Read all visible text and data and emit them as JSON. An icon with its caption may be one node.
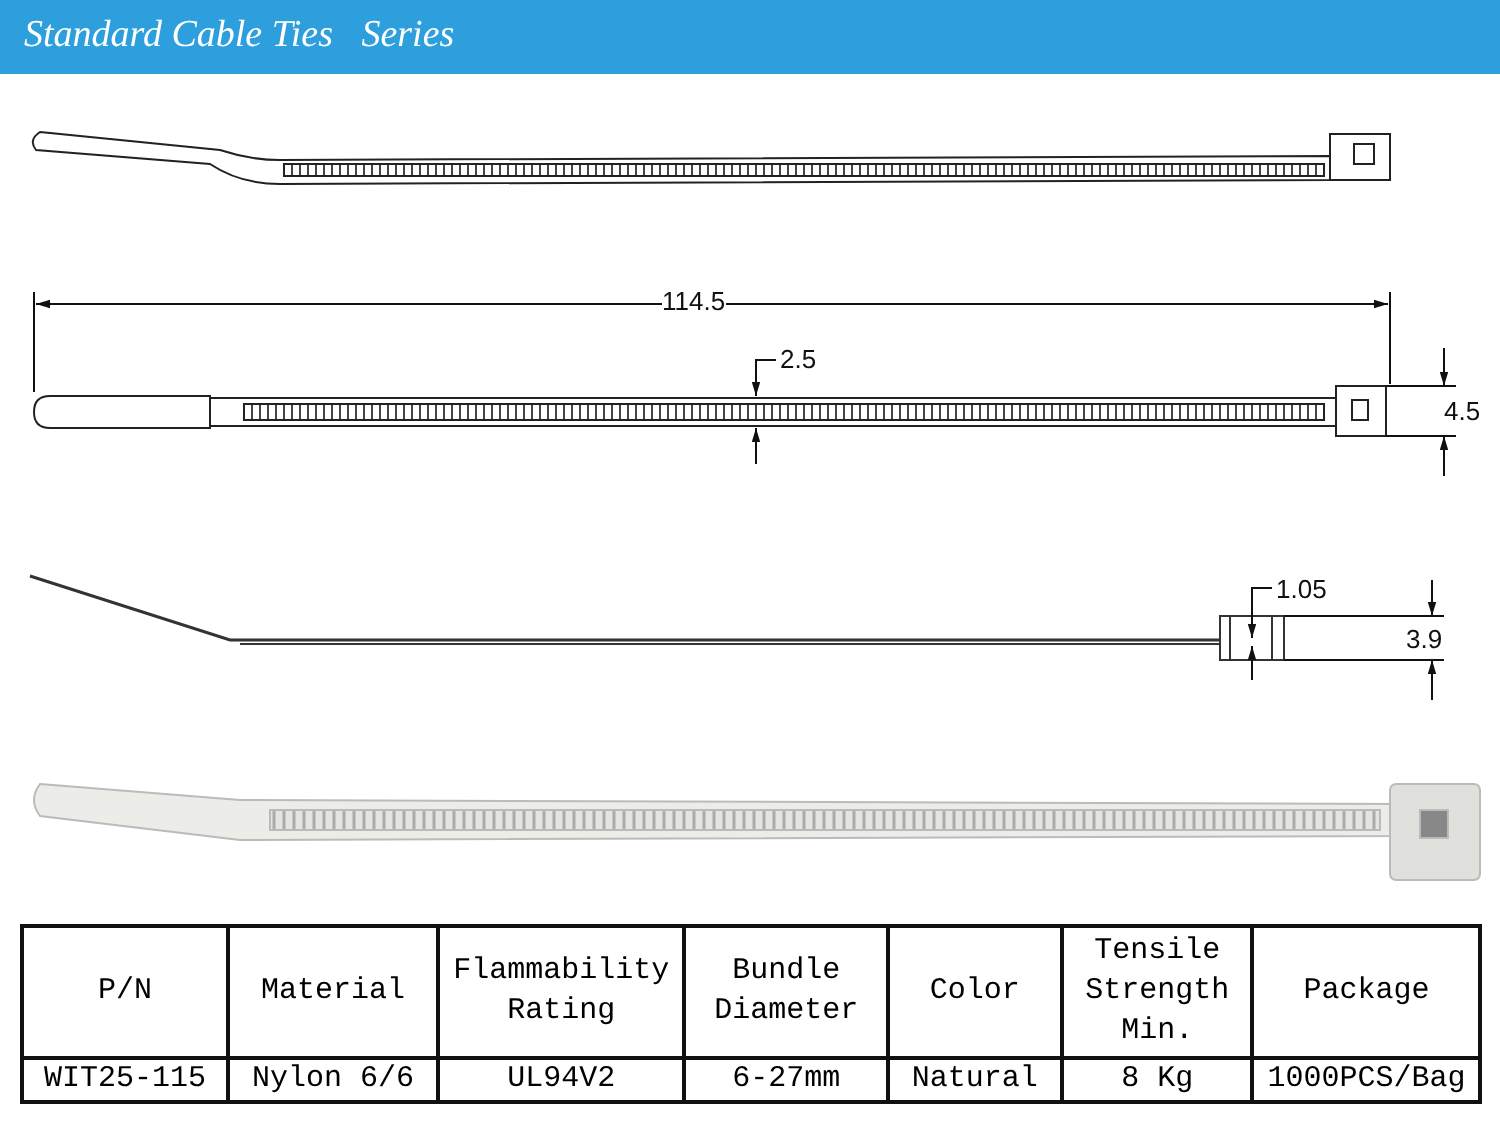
{
  "diagram": {
    "title": "Standard Cable Ties   Series",
    "labels": [
      "114.5",
      "2.5",
      "4.5",
      "1.05",
      "3.9",
      "P/N",
      "Material",
      "Flammability Rating",
      "Bundle Diameter",
      "Color",
      "Tensile Strength Min.",
      "Package",
      "WIT25-115",
      "Nylon 6/6",
      "UL94V2",
      "6-27mm",
      "Natural",
      "8 Kg",
      "1000PCS/Bag"
    ]
  }
}
